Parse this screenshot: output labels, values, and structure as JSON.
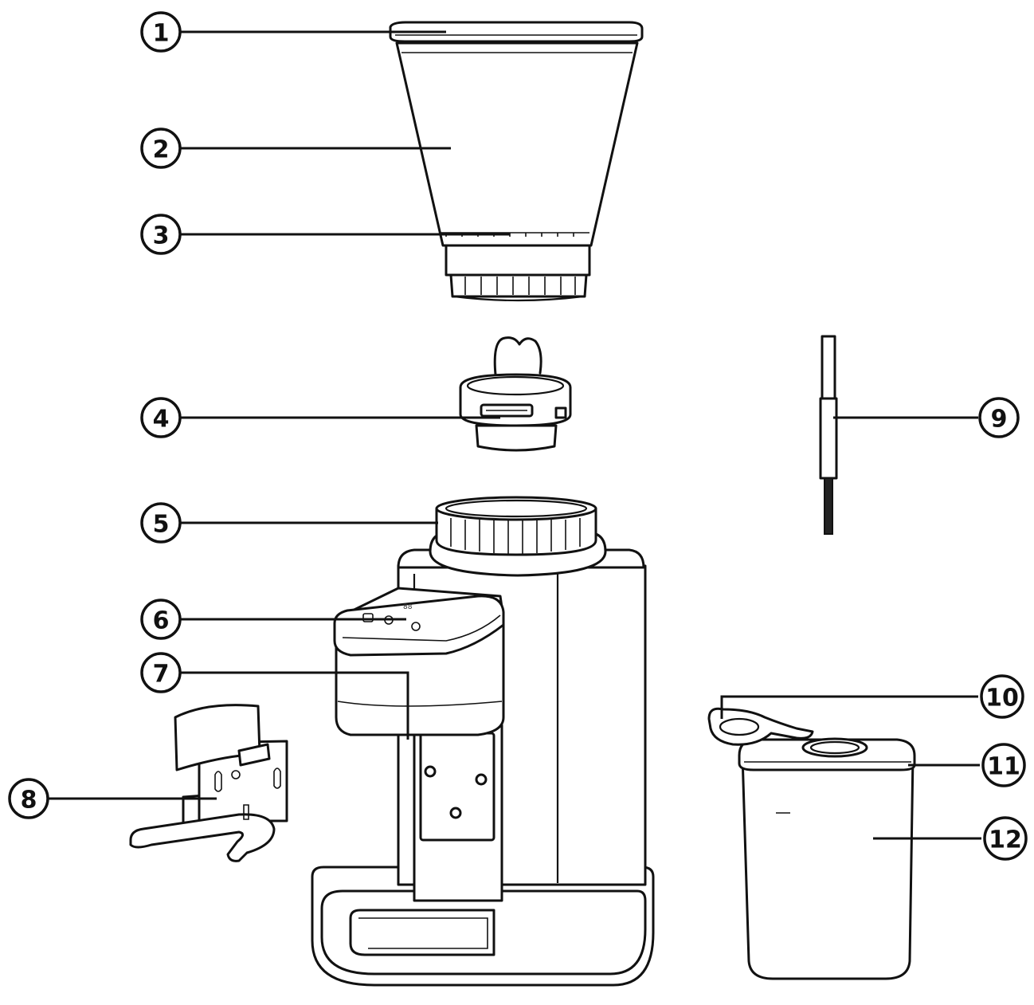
{
  "diagram": {
    "callouts": [
      {
        "id": "1",
        "label": "1"
      },
      {
        "id": "2",
        "label": "2"
      },
      {
        "id": "3",
        "label": "3"
      },
      {
        "id": "4",
        "label": "4"
      },
      {
        "id": "5",
        "label": "5"
      },
      {
        "id": "6",
        "label": "6"
      },
      {
        "id": "7",
        "label": "7"
      },
      {
        "id": "8",
        "label": "8"
      },
      {
        "id": "9",
        "label": "9"
      },
      {
        "id": "10",
        "label": "10"
      },
      {
        "id": "11",
        "label": "11"
      },
      {
        "id": "12",
        "label": "12"
      }
    ],
    "display_readout": "88",
    "line_color": "#111111",
    "background_color": "#ffffff"
  }
}
